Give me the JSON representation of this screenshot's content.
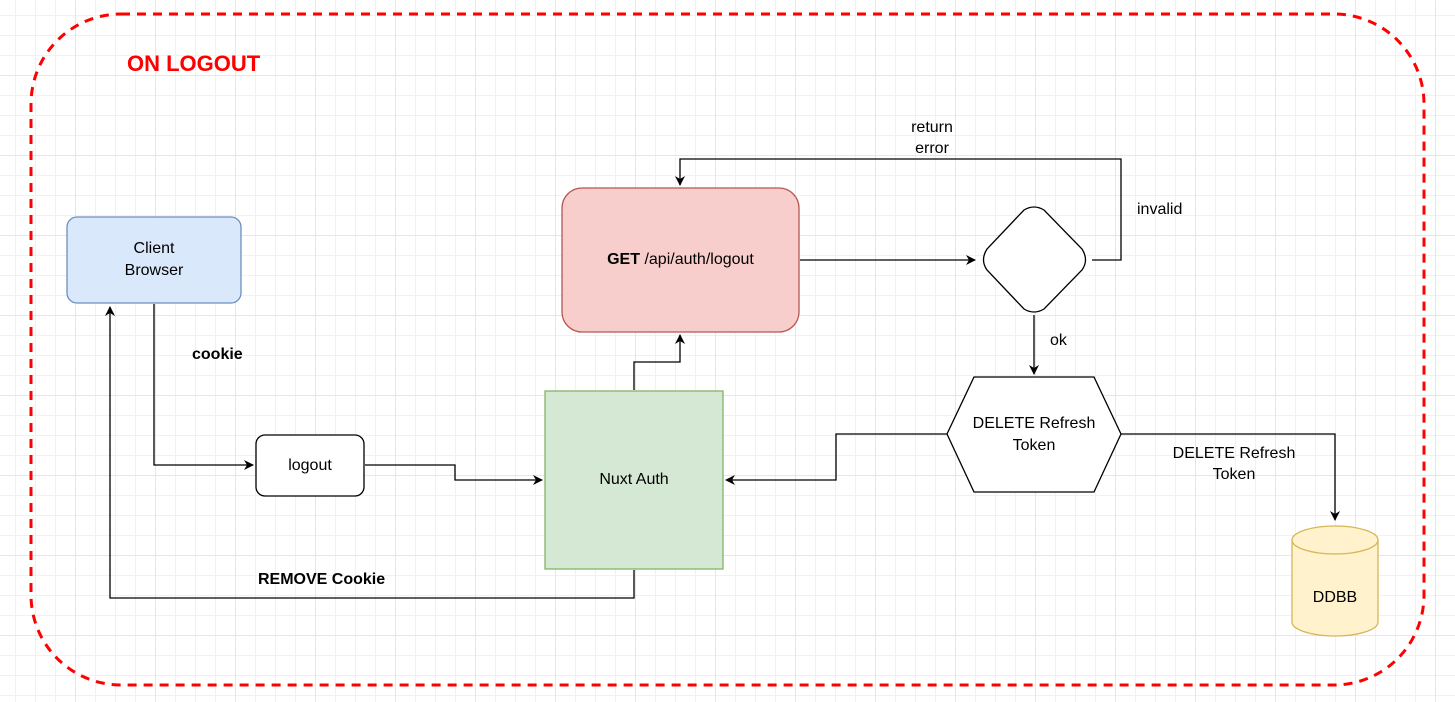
{
  "title": "ON LOGOUT",
  "nodes": {
    "client_line1": "Client",
    "client_line2": "Browser",
    "logout": "logout",
    "nuxt_auth": "Nuxt Auth",
    "get_method": "GET",
    "get_path": " /api/auth/logout",
    "delete_line1": "DELETE Refresh",
    "delete_line2": "Token",
    "ddbb": "DDBB"
  },
  "edge_labels": {
    "cookie": "cookie",
    "remove_cookie": "REMOVE Cookie",
    "return_line1": "return",
    "return_line2": "error",
    "invalid": "invalid",
    "ok": "ok",
    "delete_line1": "DELETE Refresh",
    "delete_line2": "Token"
  },
  "colors": {
    "frame": "#ff0000",
    "client_fill": "#dae8fc",
    "client_stroke": "#6c8ebf",
    "get_fill": "#f8cecc",
    "get_stroke": "#b85450",
    "nuxt_fill": "#d5e8d4",
    "nuxt_stroke": "#82b366",
    "ddbb_fill": "#fff2cc",
    "ddbb_stroke": "#d6b656"
  }
}
